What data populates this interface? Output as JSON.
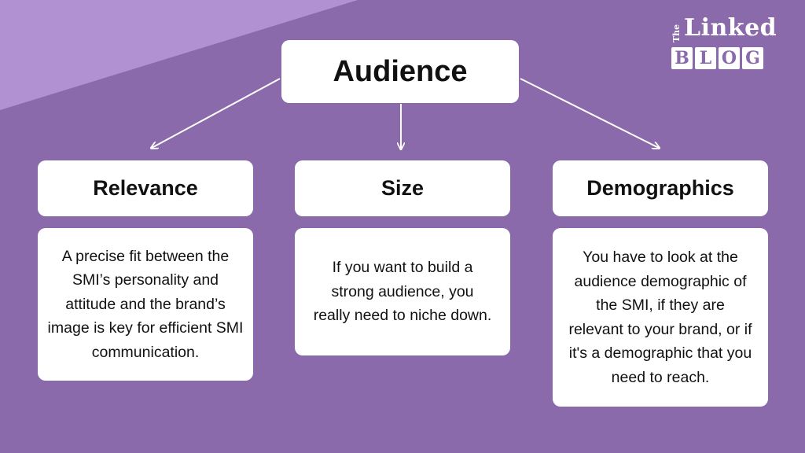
{
  "colors": {
    "background": "#8a6aaa",
    "accent_triangle": "#b291d3",
    "box": "#ffffff",
    "text": "#111111",
    "arrow": "#ffffff"
  },
  "logo": {
    "the": "The",
    "linked": "Linked",
    "blog_letters": [
      "B",
      "L",
      "O",
      "G"
    ]
  },
  "root": {
    "label": "Audience"
  },
  "columns": [
    {
      "heading": "Relevance",
      "description": "A precise fit between the SMI’s personality and attitude and the brand’s image is key for efficient SMI communication."
    },
    {
      "heading": "Size",
      "description": "If you want to build a strong audience, you really need to niche down."
    },
    {
      "heading": "Demographics",
      "description": "You have to look at the audience demographic of the SMI, if they are relevant to your brand, or if it's a demographic that you need to reach."
    }
  ]
}
